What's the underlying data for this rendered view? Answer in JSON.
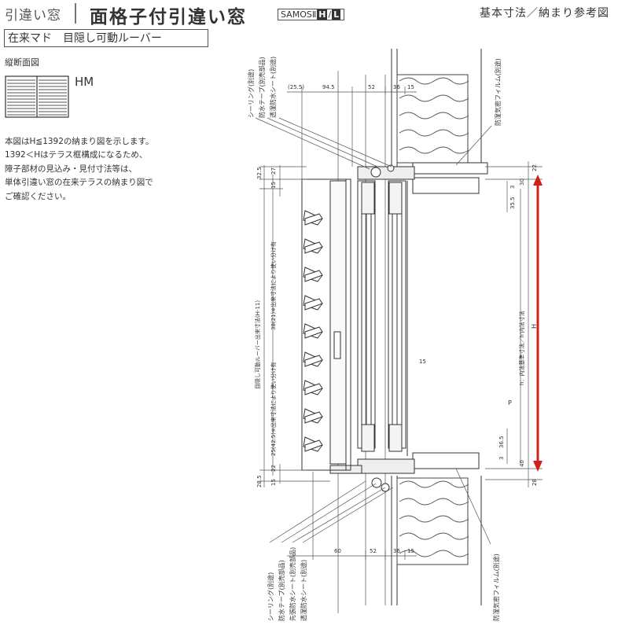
{
  "header": {
    "series": "引違い窓",
    "title": "面格子付引違い窓",
    "badge_main": "SAMOSⅡ",
    "badge_h": "H",
    "badge_l": "L",
    "right": "基本寸法／納まり参考図"
  },
  "subtitle": "在来マド　目隠し可動ルーバー",
  "section_label": "縦断面図",
  "model": "HM",
  "note": [
    "本図はH≦1392の納まり図を示します。",
    "1392＜Hはテラス框構成になるため、",
    "障子部材の見込み・見付寸法等は、",
    "単体引違い窓の在来テラスの納まり図で",
    "ご確認ください。"
  ],
  "callouts_top": [
    "シーリング(別途)",
    "防水テープ(別売部品)",
    "透湿防水シート(別途)"
  ],
  "callout_top_right": "防湿気密フィルム(別途)",
  "callouts_bottom": [
    "シーリング(別途)",
    "防水テープ(別売部品)",
    "先張防水シート(別売部品)",
    "透湿防水シート(別途)"
  ],
  "callout_bottom_right": "防湿気密フィルム(別途)",
  "dims_top": [
    "(25.5)",
    "94.5",
    "52",
    "36",
    "15"
  ],
  "dims_bottom": [
    "60",
    "52",
    "36",
    "15"
  ],
  "dims_left_top": [
    "32.5",
    "27",
    "15"
  ],
  "dims_left_bottom": [
    "22",
    "15",
    "28.5"
  ],
  "dims_right": [
    "22",
    "30",
    "3",
    "35.5",
    "3",
    "36.5",
    "40",
    "28"
  ],
  "dim_mid": "15",
  "vertical_text_1": "目隠し可動ルーバー出来寸法(H-11)",
  "vertical_text_2": "38(21)※出来寸法により使い分け有",
  "vertical_text_3": "25(42.5)※出来寸法により使い分け有",
  "label_p": "P",
  "label_h_inner": "h：内法基準寸法／h'内法寸法",
  "label_h": "H",
  "colors": {
    "arrow": "#d0201c",
    "line": "#333333"
  }
}
